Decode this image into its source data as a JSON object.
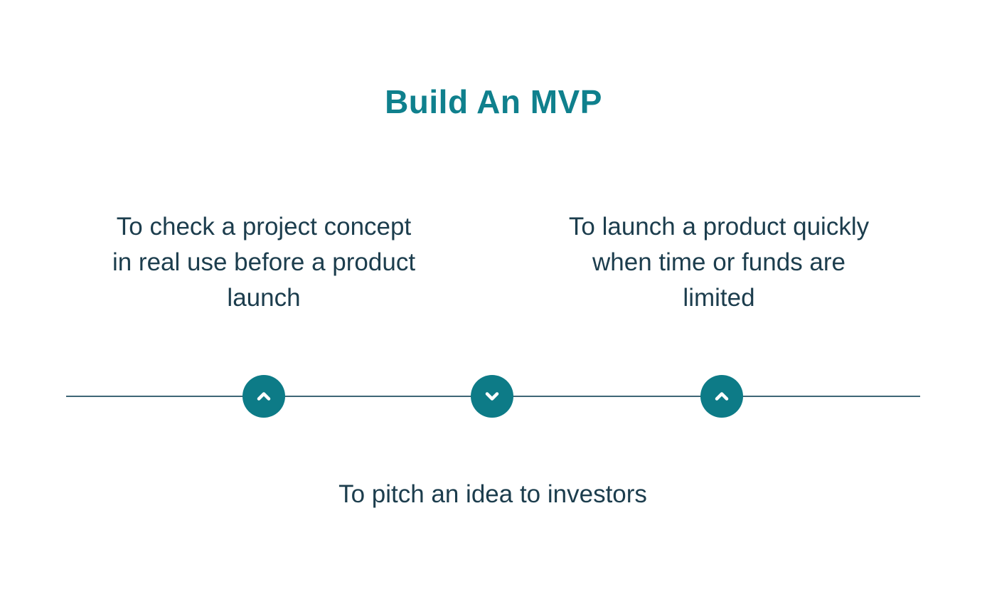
{
  "title": "Build An MVP",
  "colors": {
    "background": "#ffffff",
    "title": "#0f808d",
    "text": "#1c3d4d",
    "line": "#3e6676",
    "accent": "#0d7b87",
    "chevron": "#ffffff"
  },
  "timeline": {
    "reasons": [
      {
        "id": "check-concept",
        "position": "above-left",
        "lines": [
          "To check a project concept",
          "in real use before a product",
          "launch"
        ]
      },
      {
        "id": "launch-quickly",
        "position": "above-right",
        "lines": [
          "To launch a product quickly",
          "when time or funds are",
          "limited"
        ]
      },
      {
        "id": "pitch-investors",
        "position": "below-center",
        "lines": [
          "To pitch an idea to investors"
        ]
      }
    ],
    "markers": [
      {
        "icon": "chevron-up-icon"
      },
      {
        "icon": "chevron-down-icon"
      },
      {
        "icon": "chevron-up-icon"
      }
    ]
  }
}
